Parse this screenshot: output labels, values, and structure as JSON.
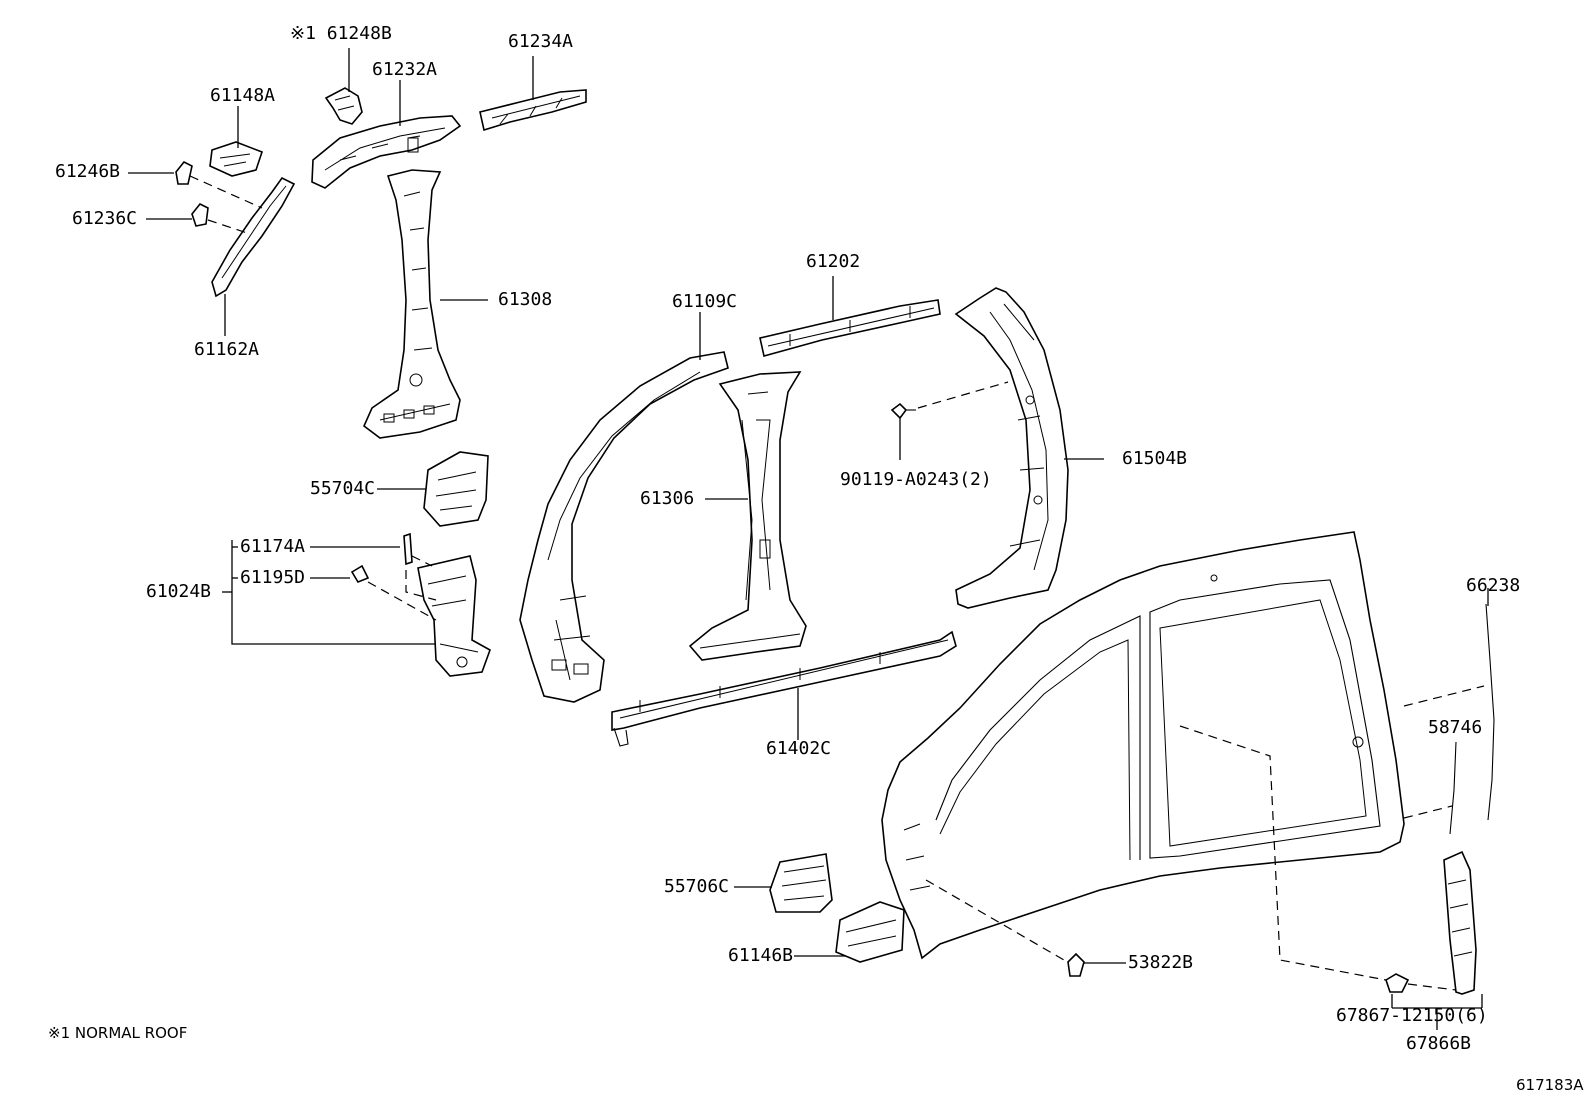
{
  "labels": {
    "p61248B": "※1 61248B",
    "p61234A": "61234A",
    "p61232A": "61232A",
    "p61148A": "61148A",
    "p61246B": "61246B",
    "p61236C": "61236C",
    "p61162A": "61162A",
    "p61308": "61308",
    "p61202": "61202",
    "p61109C": "61109C",
    "p61504B": "61504B",
    "p90119": "90119-A0243(2)",
    "p61306": "61306",
    "p55704C": "55704C",
    "p61174A": "61174A",
    "p61195D": "61195D",
    "p61024B": "61024B",
    "p61402C": "61402C",
    "p66238": "66238",
    "p58746": "58746",
    "p55706C": "55706C",
    "p61146B": "61146B",
    "p53822B": "53822B",
    "p67867": "67867-12150(6)",
    "p67866B": "67866B"
  },
  "note": "※1 NORMAL ROOF",
  "ref_code": "617183A"
}
